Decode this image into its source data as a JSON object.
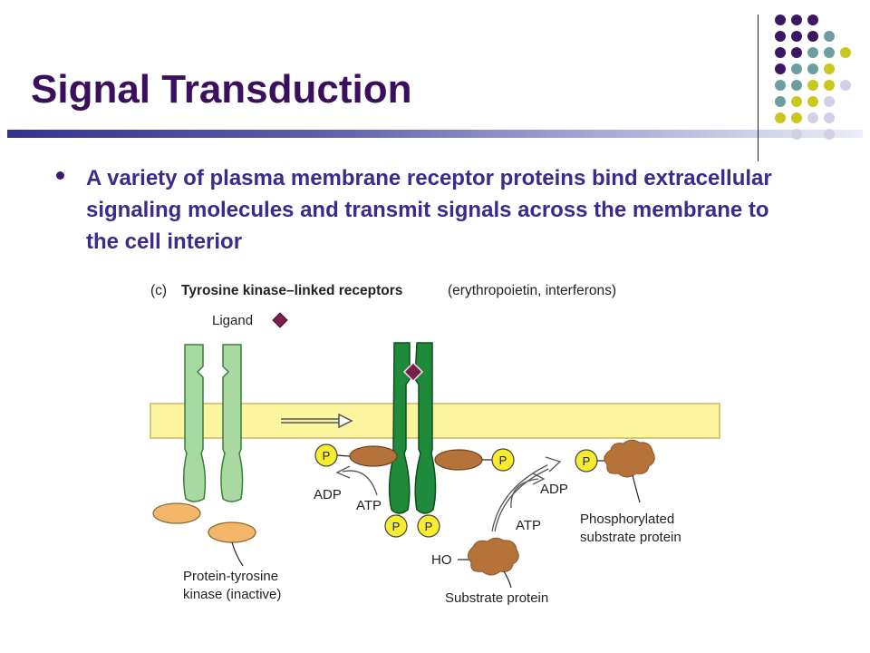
{
  "slide": {
    "title": "Signal Transduction",
    "bullet": "A variety of plasma membrane receptor proteins bind extracellular  signaling molecules and transmit signals across the membrane to the cell interior"
  },
  "colors": {
    "title": "#3b0f5e",
    "bullet_text": "#3d2a8c",
    "dot_purple": "#3b1763",
    "dot_teal": "#6c9fa0",
    "dot_olive": "#c9c81e",
    "dot_lavender": "#d2d0e6"
  },
  "figure": {
    "panel_letter": "(c)",
    "heading_bold": "Tyrosine kinase–linked receptors",
    "heading_rest": "(erythropoietin, interferons)",
    "labels": {
      "ligand": "Ligand",
      "adp_left": "ADP",
      "atp_left": "ATP",
      "adp_right": "ADP",
      "atp_right": "ATP",
      "phosphate": "P",
      "ho": "HO",
      "kinase_line1": "Protein-tyrosine",
      "kinase_line2": "kinase (inactive)",
      "substrate": "Substrate protein",
      "phospho_line1": "Phosphorylated",
      "phospho_line2": "substrate protein"
    }
  }
}
